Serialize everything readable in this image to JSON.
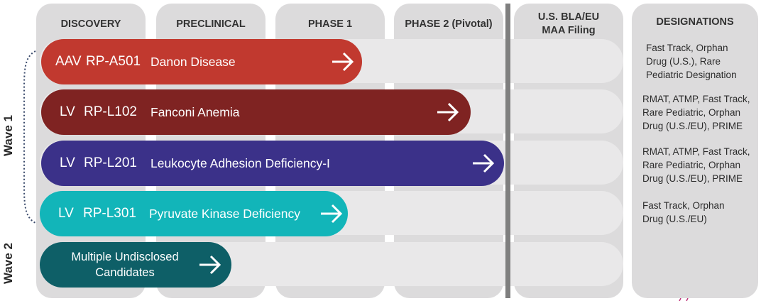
{
  "stages": {
    "discovery": "DISCOVERY",
    "preclinical": "PRECLINICAL",
    "phase1": "PHASE 1",
    "phase2": "PHASE 2 (Pivotal)",
    "filing_line1": "U.S. BLA/EU",
    "filing_line2": "MAA Filing",
    "designations": "DESIGNATIONS"
  },
  "waves": {
    "wave1": "Wave 1",
    "wave2": "Wave 2"
  },
  "programs": [
    {
      "prefix": "AAV",
      "code": "RP-A501",
      "indication": "Danon Disease",
      "color": "#c1392f"
    },
    {
      "prefix": "LV",
      "code": "RP-L102",
      "indication": "Fanconi Anemia",
      "color": "#7f2322"
    },
    {
      "prefix": "LV",
      "code": "RP-L201",
      "indication": "Leukocyte Adhesion Deficiency-I",
      "color": "#3b3189"
    },
    {
      "prefix": "LV",
      "code": "RP-L301",
      "indication": "Pyruvate Kinase Deficiency",
      "color": "#12b5b9"
    },
    {
      "line1": "Multiple Undisclosed",
      "line2": "Candidates",
      "color": "#0e5f67"
    }
  ],
  "designations": [
    [
      "Fast Track, Orphan",
      "Drug (U.S.), Rare",
      "Pediatric Designation"
    ],
    [
      "RMAT, ATMP, Fast Track,",
      "Rare Pediatric, Orphan",
      "Drug (U.S./EU), PRIME"
    ],
    [
      "RMAT, ATMP, Fast Track,",
      "Rare Pediatric, Orphan",
      "Drug (U.S./EU), PRIME"
    ],
    [
      "Fast Track, Orphan",
      "Drug (U.S./EU)"
    ]
  ]
}
